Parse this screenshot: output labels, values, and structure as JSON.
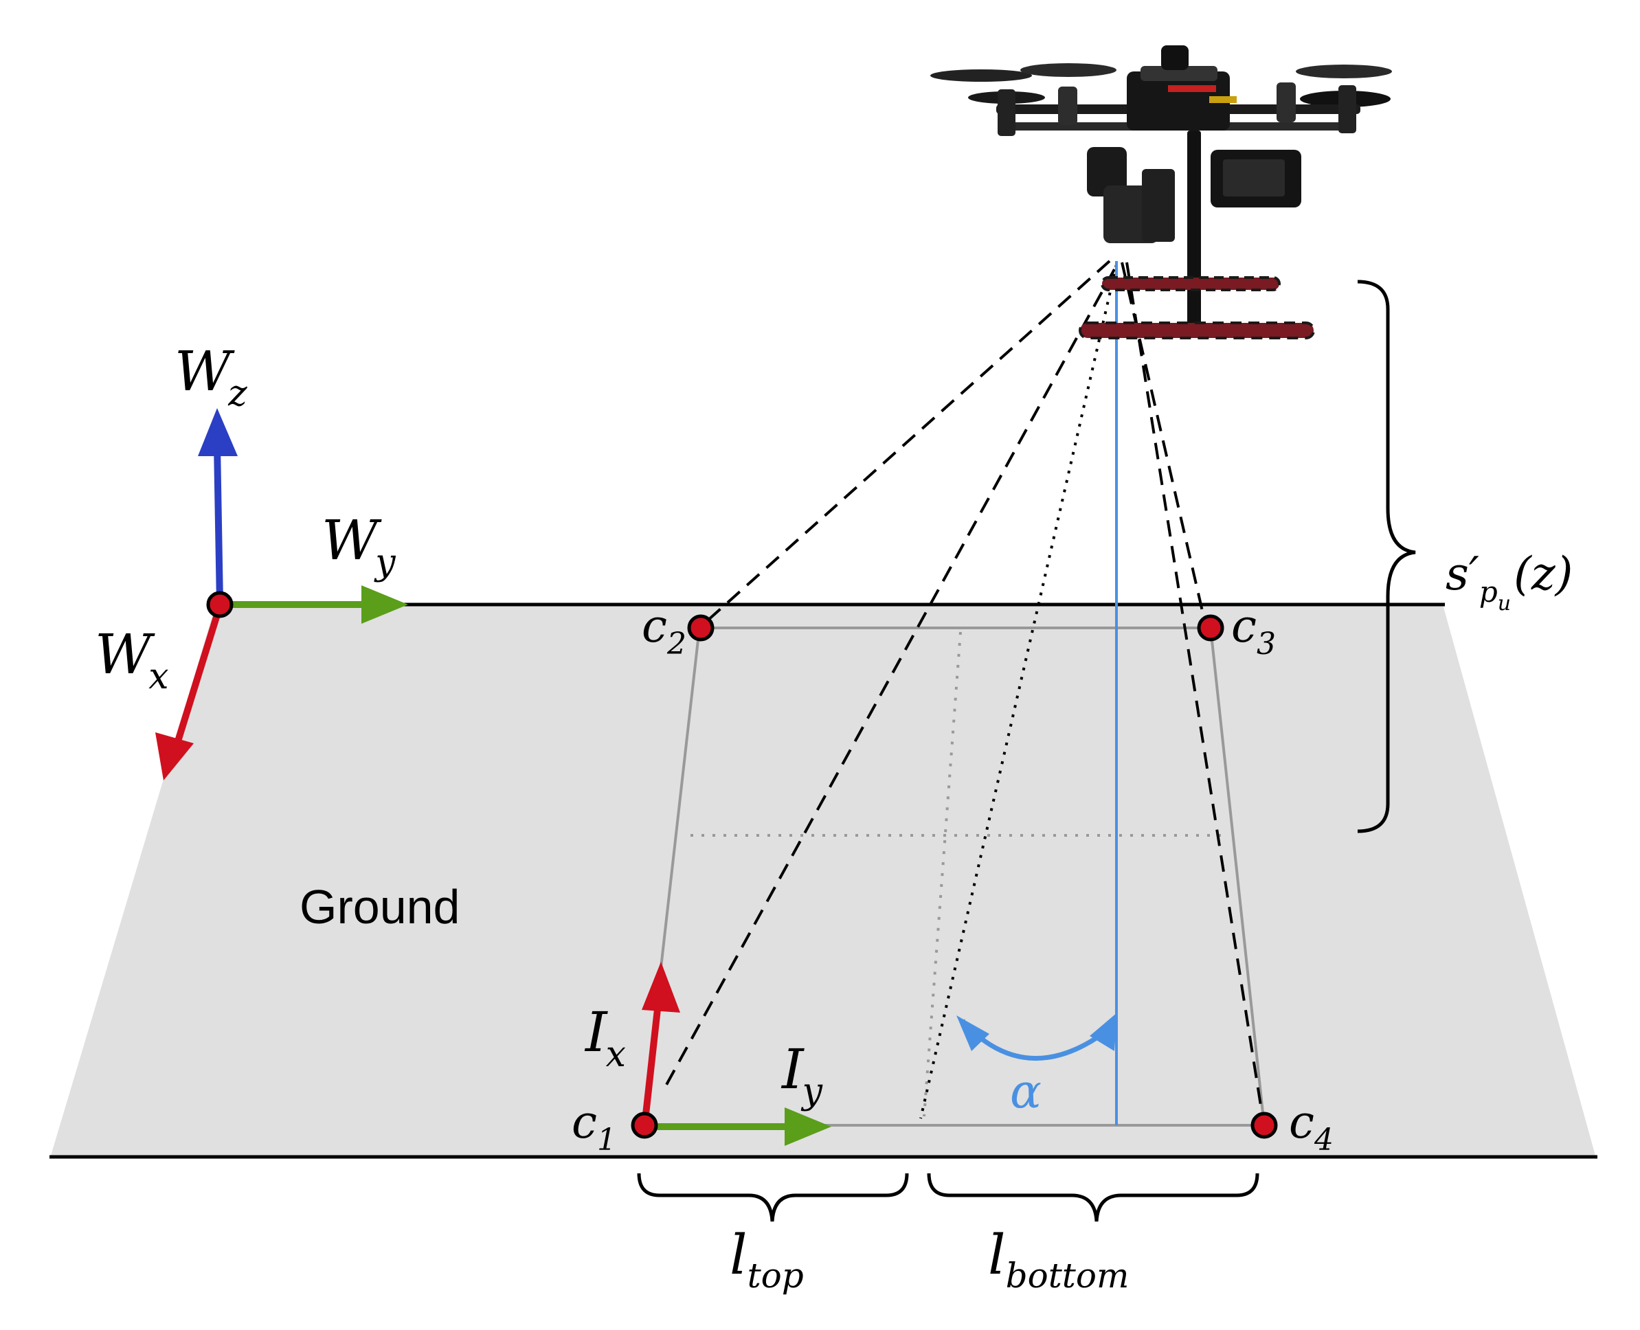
{
  "labels": {
    "ground": "Ground",
    "world_z": {
      "main": "W",
      "sub": "z"
    },
    "world_y": {
      "main": "W",
      "sub": "y"
    },
    "world_x": {
      "main": "W",
      "sub": "x"
    },
    "image_x": {
      "main": "I",
      "sub": "x"
    },
    "image_y": {
      "main": "I",
      "sub": "y"
    },
    "corner_1": {
      "main": "c",
      "sub": "1"
    },
    "corner_2": {
      "main": "c",
      "sub": "2"
    },
    "corner_3": {
      "main": "c",
      "sub": "3"
    },
    "corner_4": {
      "main": "c",
      "sub": "4"
    },
    "alpha": "α",
    "l_top": {
      "main": "l",
      "sub": "top"
    },
    "l_bottom": {
      "main": "l",
      "sub": "bottom"
    },
    "height": {
      "main": "s′",
      "sub": "p",
      "subsub": "u",
      "arg": "(z)"
    }
  },
  "colors": {
    "ground_fill": "#e0e0e0",
    "axis_blue": "#2b3fc4",
    "axis_green": "#5a9e1a",
    "axis_red": "#d0101e",
    "angle_blue": "#4a90e2",
    "footprint_grey": "#999999",
    "line_black": "#000000"
  },
  "icons": {
    "drone": "drone-icon"
  }
}
